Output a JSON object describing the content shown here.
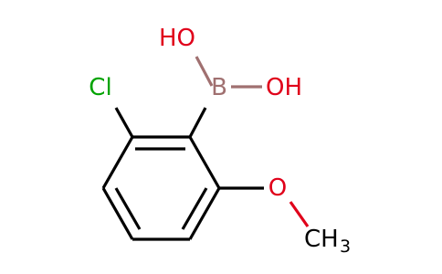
{
  "molecule": {
    "atoms": {
      "cl": "Cl",
      "b": "B",
      "oh_top": "HO",
      "oh_right": "OH",
      "o_methoxy": "O",
      "ch3_c": "CH",
      "ch3_sub": "3"
    },
    "colors": {
      "carbon_bond": "#000000",
      "chlorine": "#00a300",
      "boron": "#a07070",
      "oxygen": "#e0001a"
    }
  }
}
